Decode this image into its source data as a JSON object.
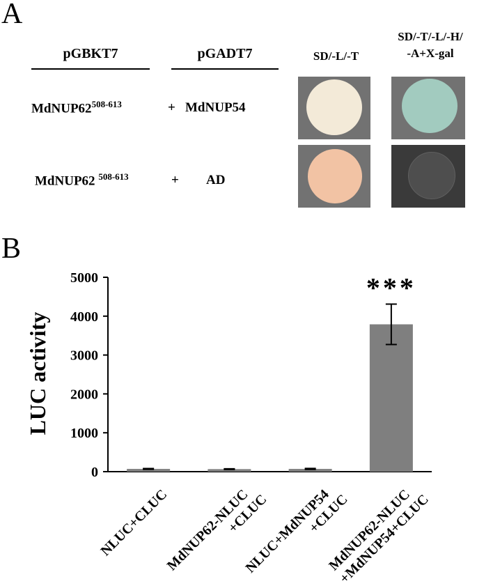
{
  "panel_a": {
    "letter": "A",
    "headers": {
      "bait": "pGBKT7",
      "prey": "pGADT7"
    },
    "media": {
      "sd_lt": "SD/-L/-T",
      "sd_qdo_line1": "SD/-T/-L/-H/",
      "sd_qdo_line2": "-A+X-gal"
    },
    "rows": [
      {
        "bait": "MdNUP62",
        "bait_range": "508-613",
        "plus": "+",
        "prey": "MdNUP54"
      },
      {
        "bait": "MdNUP62",
        "bait_range": "508-613",
        "plus": "+",
        "prey": "AD"
      }
    ]
  },
  "panel_b": {
    "letter": "B"
  },
  "chart_data": {
    "type": "bar",
    "ylabel": "LUC activity",
    "ylim": [
      0,
      5000
    ],
    "yticks": [
      "0",
      "1000",
      "2000",
      "3000",
      "4000",
      "5000"
    ],
    "categories": [
      [
        "NLUC+CLUC"
      ],
      [
        "MdNUP62-NLUC",
        "+CLUC"
      ],
      [
        "NLUC+MdNUP54",
        "+CLUC"
      ],
      [
        "MdNUP62-NLUC",
        "+MdNUP54+CLUC"
      ]
    ],
    "values": [
      70,
      65,
      70,
      3790
    ],
    "errors": [
      10,
      8,
      12,
      520
    ],
    "annotations": [
      "",
      "",
      "",
      "***"
    ],
    "bar_color": "#7f7f7f"
  }
}
